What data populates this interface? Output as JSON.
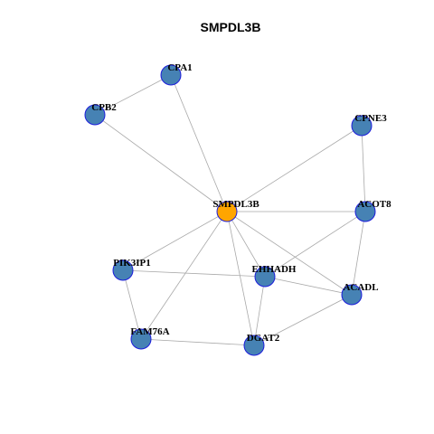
{
  "title": "SMPDL3B",
  "colors": {
    "hub_fill": "#FFA500",
    "node_fill": "#4682B4",
    "node_stroke": "#1C1CDC",
    "edge": "#A9A9A9"
  },
  "nodes": [
    {
      "id": "SMPDL3B",
      "label": "SMPDL3B",
      "hub": true
    },
    {
      "id": "CPA1",
      "label": "CPA1",
      "hub": false
    },
    {
      "id": "CPB2",
      "label": "CPB2",
      "hub": false
    },
    {
      "id": "CPNE3",
      "label": "CPNE3",
      "hub": false
    },
    {
      "id": "ACOT8",
      "label": "ACOT8",
      "hub": false
    },
    {
      "id": "PIK3IP1",
      "label": "PIK3IP1",
      "hub": false
    },
    {
      "id": "EHHADH",
      "label": "EHHADH",
      "hub": false
    },
    {
      "id": "ACADL",
      "label": "ACADL",
      "hub": false
    },
    {
      "id": "FAM76A",
      "label": "FAM76A",
      "hub": false
    },
    {
      "id": "DGAT2",
      "label": "DGAT2",
      "hub": false
    }
  ],
  "edges": [
    [
      "CPA1",
      "CPB2"
    ],
    [
      "CPA1",
      "SMPDL3B"
    ],
    [
      "CPB2",
      "SMPDL3B"
    ],
    [
      "CPNE3",
      "SMPDL3B"
    ],
    [
      "CPNE3",
      "ACOT8"
    ],
    [
      "SMPDL3B",
      "ACOT8"
    ],
    [
      "SMPDL3B",
      "PIK3IP1"
    ],
    [
      "SMPDL3B",
      "EHHADH"
    ],
    [
      "SMPDL3B",
      "ACADL"
    ],
    [
      "SMPDL3B",
      "FAM76A"
    ],
    [
      "SMPDL3B",
      "DGAT2"
    ],
    [
      "ACOT8",
      "EHHADH"
    ],
    [
      "ACOT8",
      "ACADL"
    ],
    [
      "PIK3IP1",
      "EHHADH"
    ],
    [
      "PIK3IP1",
      "FAM76A"
    ],
    [
      "EHHADH",
      "ACADL"
    ],
    [
      "EHHADH",
      "DGAT2"
    ],
    [
      "ACADL",
      "DGAT2"
    ],
    [
      "FAM76A",
      "DGAT2"
    ]
  ]
}
